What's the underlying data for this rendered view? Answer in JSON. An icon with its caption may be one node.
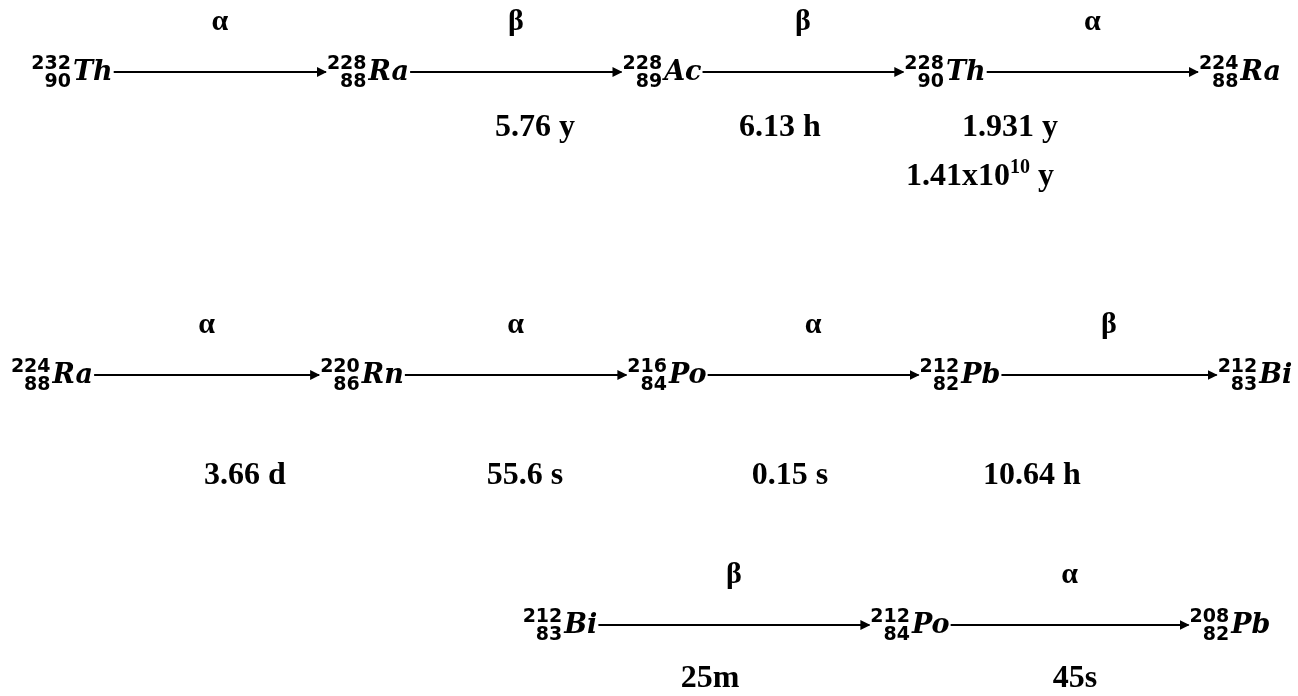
{
  "diagram": {
    "nodes": [
      {
        "text": [
          "$^{232}$$_{90}$*Th*"
        ]
      },
      {
        "text": [
          "$^{228}$$_{88}$*Ra*"
        ]
      },
      {
        "text": [
          "$^{228}$$_{89}$*Ac*"
        ]
      },
      {
        "text": [
          "$^{228}$$_{90}$*Th*"
        ]
      },
      {
        "text": [
          "$^{224}$$_{88}$*Ra*"
        ]
      },
      {
        "text": [
          "$^{224}$$_{88}$*Ra*"
        ]
      },
      {
        "text": [
          "$^{220}$$_{86}$*Rn*"
        ]
      },
      {
        "text": [
          "$^{216}$$_{84}$*Po*"
        ]
      },
      {
        "text": [
          "$^{212}$$_{82}$*Pb*"
        ]
      },
      {
        "text": [
          "$^{212}$$_{83}$*Bi*"
        ]
      },
      {
        "text": [
          "$^{212}$$_{83}$*Bi*"
        ]
      },
      {
        "text": [
          "$^{212}$$_{84}$*Po*"
        ]
      },
      {
        "text": [
          "$^{208}$$_{82}$*Pb*"
        ]
      }
    ],
    "edges": [
      {
        "from": 0,
        "to": 1,
        "arrow": "to",
        "label": "α"
      },
      {
        "from": 1,
        "to": 2,
        "arrow": "to",
        "label": "β"
      },
      {
        "from": 2,
        "to": 3,
        "arrow": "to",
        "label": "β"
      },
      {
        "from": 3,
        "to": 4,
        "arrow": "to",
        "label": "α"
      },
      {
        "from": 5,
        "to": 6,
        "arrow": "to",
        "label": "α"
      },
      {
        "from": 6,
        "to": 7,
        "arrow": "to",
        "label": "α"
      },
      {
        "from": 7,
        "to": 8,
        "arrow": "to",
        "label": "α"
      },
      {
        "from": 8,
        "to": 9,
        "arrow": "to",
        "label": "β"
      },
      {
        "from": 10,
        "to": 11,
        "arrow": "to",
        "label": "β"
      },
      {
        "from": 11,
        "to": 12,
        "arrow": "to",
        "label": "α"
      }
    ],
    "labels": [
      "5.76 y",
      "6.13 h",
      "1.931 y",
      "1.41x10$^{10}$ y",
      "3.66 d",
      "55.6 s",
      "0.15 s",
      "10.64 h",
      "25m",
      "45s"
    ]
  }
}
